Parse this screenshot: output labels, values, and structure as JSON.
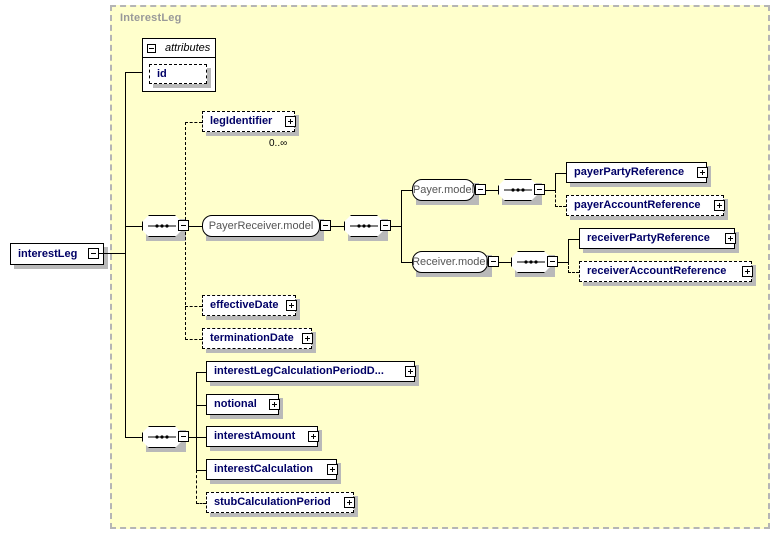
{
  "diagram": {
    "kind": "xml-schema-diagram",
    "type_container_label": "InterestLeg",
    "root_element": {
      "name": "interestLeg",
      "expander": "minus"
    },
    "attributes_group": {
      "label": "attributes",
      "expander": "minus",
      "items": [
        {
          "name": "id",
          "optional": true
        }
      ]
    },
    "nodes": {
      "leg_identifier": {
        "name": "legIdentifier",
        "optional": true,
        "expander": "plus",
        "cardinality": "0..∞"
      },
      "payer_receiver_model": {
        "name": "PayerReceiver.model",
        "expander": "minus"
      },
      "payer_model": {
        "name": "Payer.model",
        "expander": "minus"
      },
      "receiver_model": {
        "name": "Receiver.model",
        "expander": "minus"
      },
      "payer_party_reference": {
        "name": "payerPartyReference",
        "optional": false,
        "expander": "plus"
      },
      "payer_account_reference": {
        "name": "payerAccountReference",
        "optional": true,
        "expander": "plus"
      },
      "receiver_party_reference": {
        "name": "receiverPartyReference",
        "optional": false,
        "expander": "plus"
      },
      "receiver_account_reference": {
        "name": "receiverAccountReference",
        "optional": true,
        "expander": "plus"
      },
      "effective_date": {
        "name": "effectiveDate",
        "optional": true,
        "expander": "plus"
      },
      "termination_date": {
        "name": "terminationDate",
        "optional": true,
        "expander": "plus"
      },
      "interest_leg_calculation_period_dates": {
        "name": "interestLegCalculationPeriodD...",
        "optional": false,
        "expander": "plus"
      },
      "notional": {
        "name": "notional",
        "optional": false,
        "expander": "plus"
      },
      "interest_amount": {
        "name": "interestAmount",
        "optional": false,
        "expander": "plus"
      },
      "interest_calculation": {
        "name": "interestCalculation",
        "optional": false,
        "expander": "plus"
      },
      "stub_calculation_period": {
        "name": "stubCalculationPeriod",
        "optional": true,
        "expander": "plus"
      }
    },
    "compositors": {
      "seq_top": {
        "kind": "sequence",
        "expander": "minus"
      },
      "seq_payer_receiver": {
        "kind": "sequence",
        "expander": "minus"
      },
      "seq_payer": {
        "kind": "sequence",
        "expander": "minus"
      },
      "seq_receiver": {
        "kind": "sequence",
        "expander": "minus"
      },
      "seq_bottom": {
        "kind": "sequence",
        "expander": "minus"
      }
    },
    "colors": {
      "container_fill": "#ffffcc",
      "container_border": "#b5b5b5",
      "element_text": "#000066",
      "group_text": "#555555",
      "title_text": "#999999",
      "shadow": "#b9b9b9",
      "line": "#000000",
      "box_fill": "#ffffff"
    }
  }
}
